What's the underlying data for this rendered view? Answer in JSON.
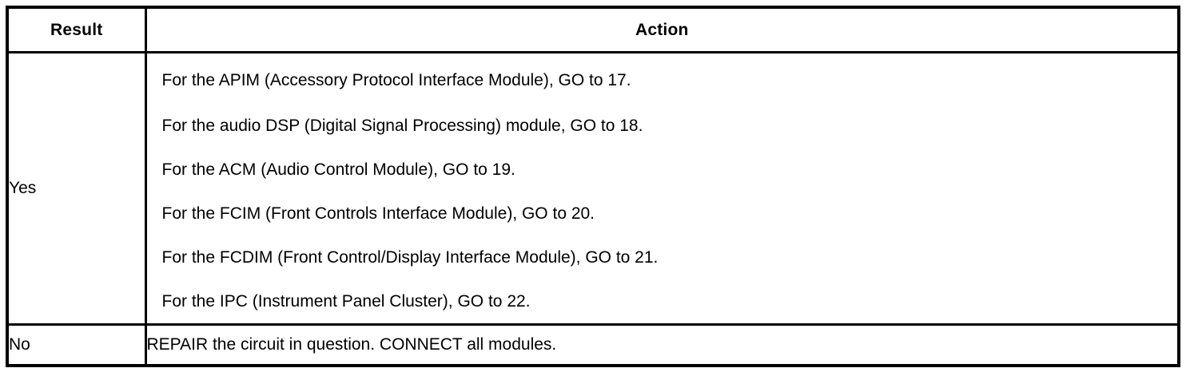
{
  "table": {
    "headers": {
      "result": "Result",
      "action": "Action"
    },
    "rows": [
      {
        "result": "Yes",
        "actions": [
          "For the APIM (Accessory Protocol Interface Module), GO to 17.",
          "For the audio DSP (Digital Signal Processing) module, GO to 18.",
          "For the ACM (Audio Control Module), GO to 19.",
          "For the FCIM (Front Controls Interface Module), GO to 20.",
          "For the FCDIM (Front Control/Display Interface Module), GO to 21.",
          "For the IPC (Instrument Panel Cluster), GO to 22."
        ]
      },
      {
        "result": "No",
        "actions": [
          "REPAIR the circuit in question. CONNECT all modules."
        ]
      }
    ]
  },
  "colors": {
    "rule": "#000000",
    "text": "#000000",
    "background": "#ffffff"
  }
}
